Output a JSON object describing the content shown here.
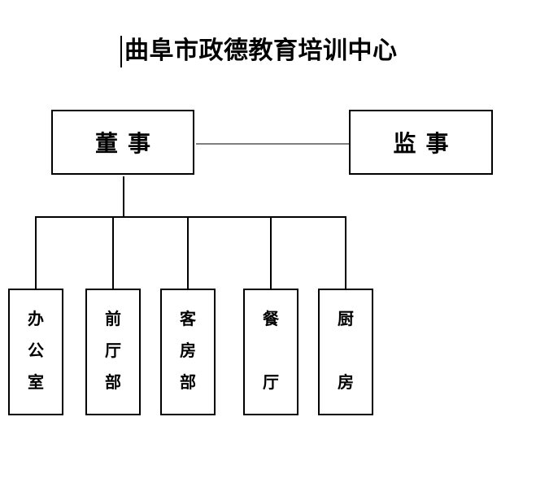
{
  "title": {
    "text": "曲阜市政德教育培训中心"
  },
  "nodes": {
    "director": {
      "label": "董事"
    },
    "supervisor": {
      "label": "监事"
    }
  },
  "departments": [
    {
      "label": "办公室",
      "chars": [
        "办",
        "公",
        "室"
      ]
    },
    {
      "label": "前厅部",
      "chars": [
        "前",
        "厅",
        "部"
      ]
    },
    {
      "label": "客房部",
      "chars": [
        "客",
        "房",
        "部"
      ]
    },
    {
      "label": "餐厅",
      "chars": [
        "餐",
        "厅"
      ]
    },
    {
      "label": "厨房",
      "chars": [
        "厨",
        "房"
      ]
    }
  ],
  "edges": [
    {
      "from": "董事",
      "to": "监事",
      "style": "horizontal-peer-link"
    },
    {
      "from": "董事",
      "to": "办公室",
      "style": "branch"
    },
    {
      "from": "董事",
      "to": "前厅部",
      "style": "branch"
    },
    {
      "from": "董事",
      "to": "客房部",
      "style": "branch"
    },
    {
      "from": "董事",
      "to": "餐厅",
      "style": "branch"
    },
    {
      "from": "董事",
      "to": "厨房",
      "style": "branch"
    }
  ],
  "colors": {
    "background": "#ffffff",
    "text": "#000000",
    "box_border": "#000000",
    "branch_line": "#000000",
    "peer_link_line": "#7f7f7f"
  }
}
